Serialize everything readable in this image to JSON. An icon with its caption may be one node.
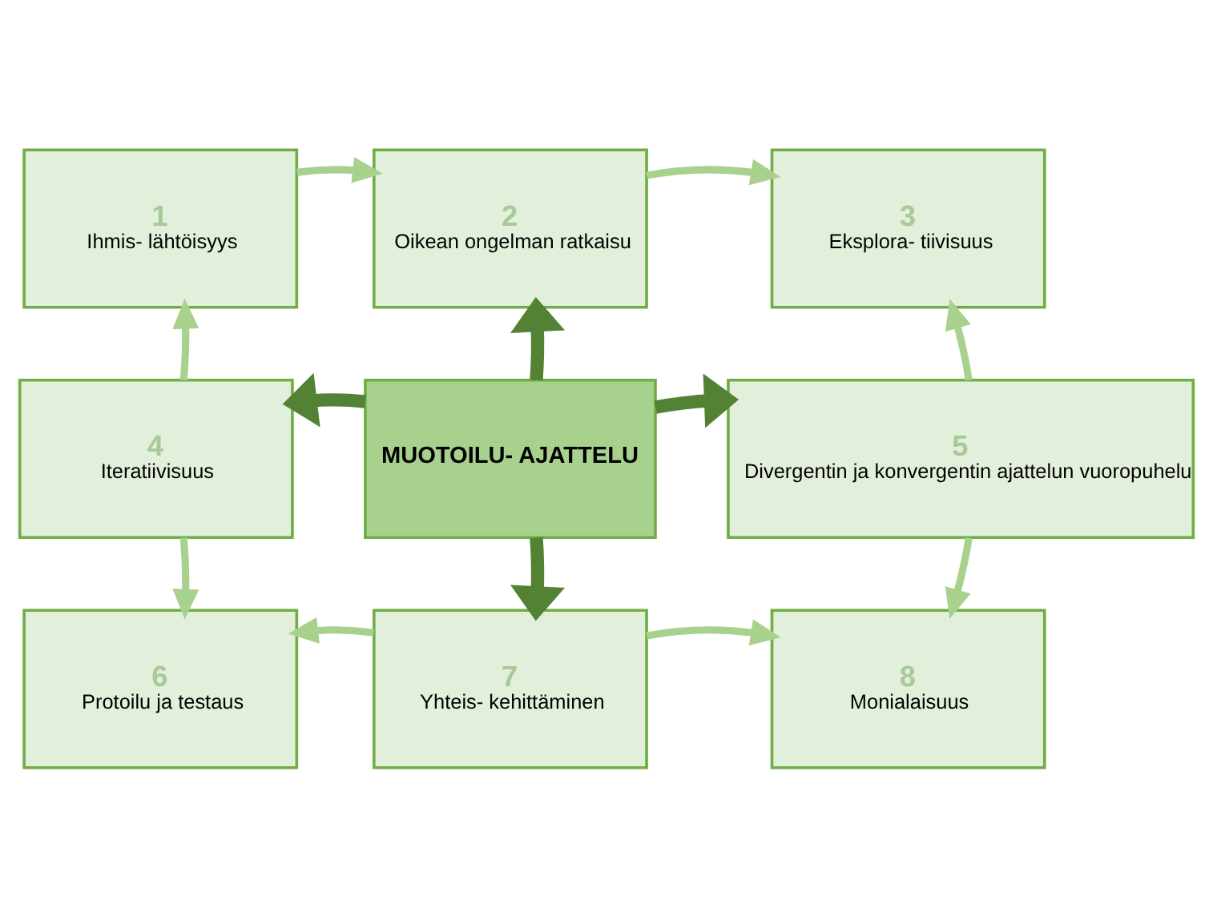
{
  "diagram": {
    "nodes": [
      {
        "text": [
          "1",
          "Ihmis- lähtöisyys"
        ]
      },
      {
        "text": [
          "2",
          "Oikean ongelman ratkaisu"
        ]
      },
      {
        "text": [
          "3",
          "Eksplora- tiivisuus"
        ]
      },
      {
        "text": [
          "4",
          "Iteratiivisuus"
        ]
      },
      {
        "text": [
          "MUOTOILU- AJATTELU"
        ]
      },
      {
        "text": [
          "5",
          "Divergentin ja konvergentin ajattelun vuoropuhelu"
        ]
      },
      {
        "text": [
          "6",
          "Protoilu ja testaus"
        ]
      },
      {
        "text": [
          "7",
          "Yhteis- kehittäminen"
        ]
      },
      {
        "text": [
          "8",
          "Monialaisuus"
        ]
      }
    ],
    "edges": [
      {
        "from": 0,
        "to": 1,
        "arrow": "to"
      },
      {
        "from": 1,
        "to": 2,
        "arrow": "to"
      },
      {
        "from": 3,
        "to": 0,
        "arrow": "to"
      },
      {
        "from": 4,
        "to": 1,
        "arrow": "to",
        "style": "thick",
        "color": "#548235"
      },
      {
        "from": 5,
        "to": 2,
        "arrow": "to"
      },
      {
        "from": 4,
        "to": 3,
        "arrow": "to",
        "style": "thick",
        "color": "#548235"
      },
      {
        "from": 4,
        "to": 5,
        "arrow": "to",
        "style": "thick",
        "color": "#548235"
      },
      {
        "from": 3,
        "to": 6,
        "arrow": "to"
      },
      {
        "from": 5,
        "to": 8,
        "arrow": "to"
      },
      {
        "from": 4,
        "to": 7,
        "arrow": "to",
        "style": "thick",
        "color": "#548235"
      },
      {
        "from": 7,
        "to": 6,
        "arrow": "to"
      },
      {
        "from": 7,
        "to": 8,
        "arrow": "to"
      }
    ]
  }
}
